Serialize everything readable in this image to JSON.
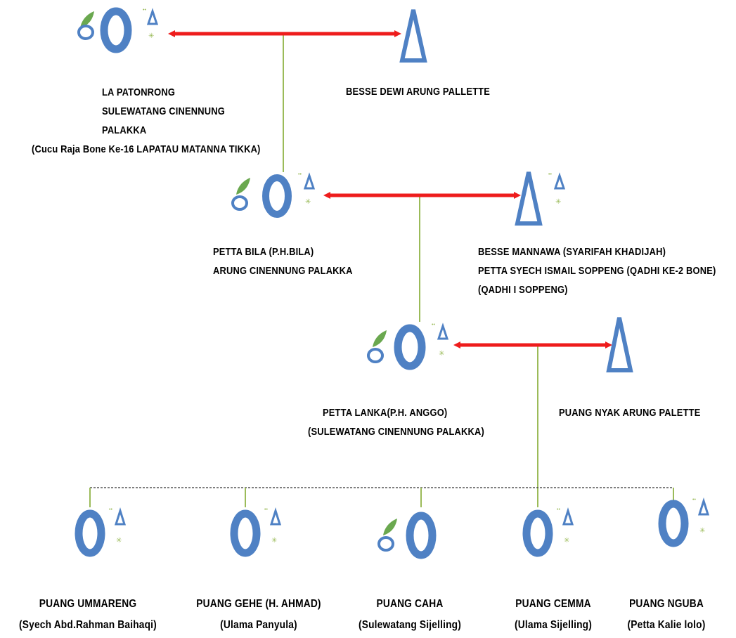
{
  "colors": {
    "marriage_arrow": "#ee1c1c",
    "ring": "#4f81c4",
    "descent_line": "#9bbb59",
    "sibling_line": "#333333",
    "leaf": "#6aa84f"
  },
  "icons": {
    "male": "ring-icon",
    "female": "triangle-icon",
    "marriage": "double-arrow-icon"
  },
  "generation1": {
    "husband": {
      "lines": [
        "LA PATONRONG",
        "SULEWATANG CINENNUNG",
        "PALAKKA",
        "(Cucu Raja Bone Ke-16 LAPATAU MATANNA TIKKA)"
      ]
    },
    "wife": {
      "lines": [
        "BESSE DEWI ARUNG PALLETTE"
      ]
    }
  },
  "generation2": {
    "husband": {
      "lines": [
        "PETTA BILA (P.H.BILA)",
        "ARUNG CINENNUNG PALAKKA"
      ]
    },
    "wife": {
      "lines": [
        "BESSE MANNAWA (SYARIFAH KHADIJAH)",
        "PETTA SYECH ISMAIL SOPPENG (QADHI KE-2 BONE)",
        "(QADHI I SOPPENG)"
      ]
    }
  },
  "generation3": {
    "husband": {
      "lines": [
        "PETTA LANKA(P.H. ANGGO)",
        "(SULEWATANG CINENNUNG PALAKKA)"
      ]
    },
    "wife": {
      "lines": [
        "PUANG NYAK ARUNG PALETTE"
      ]
    }
  },
  "children": [
    {
      "name": "PUANG UMMARENG",
      "title": "(Syech Abd.Rahman Baihaqi)"
    },
    {
      "name": "PUANG GEHE (H. AHMAD)",
      "title": "(Ulama Panyula)"
    },
    {
      "name": "PUANG CAHA",
      "title": "(Sulewatang Sijelling)"
    },
    {
      "name": "PUANG CEMMA",
      "title": "(Ulama Sijelling)"
    },
    {
      "name": "PUANG NGUBA",
      "title": "(Petta Kalie lolo)"
    }
  ]
}
